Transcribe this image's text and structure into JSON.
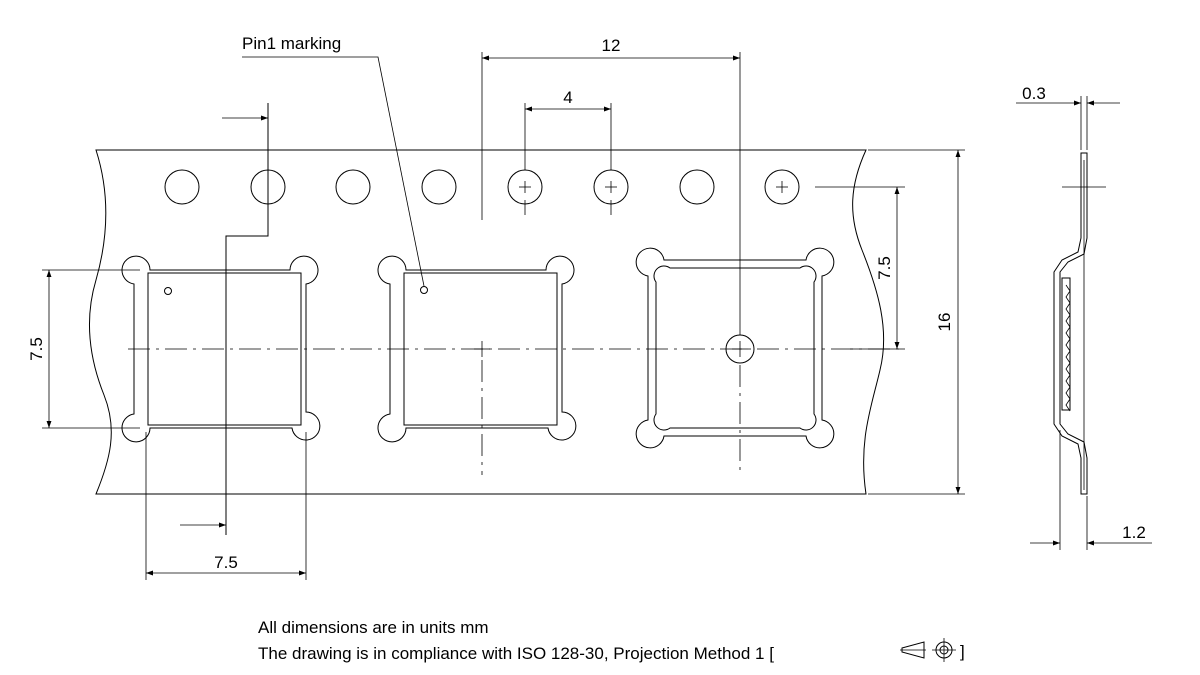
{
  "annotations": {
    "pin1_label": "Pin1 marking"
  },
  "dimensions": {
    "sprocket_pitch_12": "12",
    "hole_pitch_4": "4",
    "pocket_offset_7_5": "7.5",
    "tape_width_16": "16",
    "pocket_height_7_5": "7.5",
    "pocket_width_7_5": "7.5",
    "tape_thickness": "0.3",
    "pocket_depth": "1.2"
  },
  "notes": {
    "line1": "All dimensions are in units mm",
    "line2": "The drawing is in compliance with ISO 128-30, Projection Method 1 ["
  },
  "symbols": {
    "projection_symbol": "first-angle-projection-icon"
  },
  "colors": {
    "line": "#000000",
    "background": "#ffffff"
  }
}
